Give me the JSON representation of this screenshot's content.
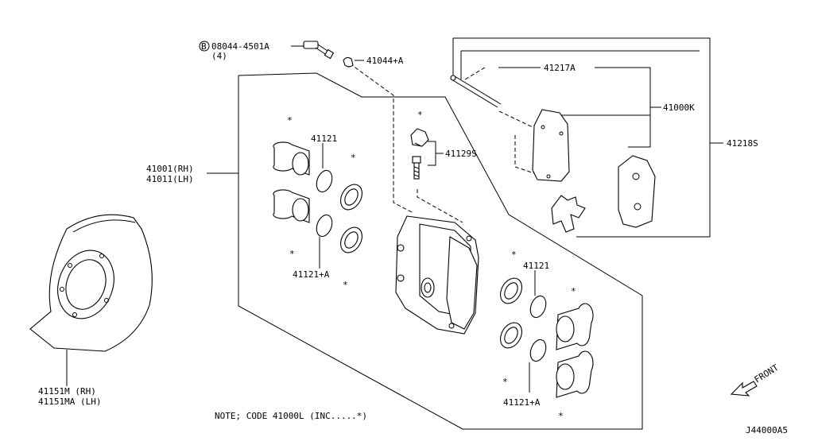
{
  "labels": {
    "bolt": "08044-4501A",
    "bolt_prefix": "B",
    "bolt_qty": "(4)",
    "cap": "41044+A",
    "pin": "41217A",
    "pad_kit": "41000K",
    "retainer": "41218S",
    "caliper_rh": "41001(RH)",
    "caliper_lh": "41011(LH)",
    "seal_left": "41121",
    "seal_kit_left": "41121+A",
    "bleeder": "41129S",
    "seal_right": "41121",
    "seal_kit_right": "41121+A",
    "shield_rh": "41151M  (RH)",
    "shield_lh": "41151MA (LH)",
    "note": "NOTE; CODE 41000L (INC.....*)",
    "front": "FRONT",
    "diagram_code": "J44000A5",
    "star": "*"
  }
}
